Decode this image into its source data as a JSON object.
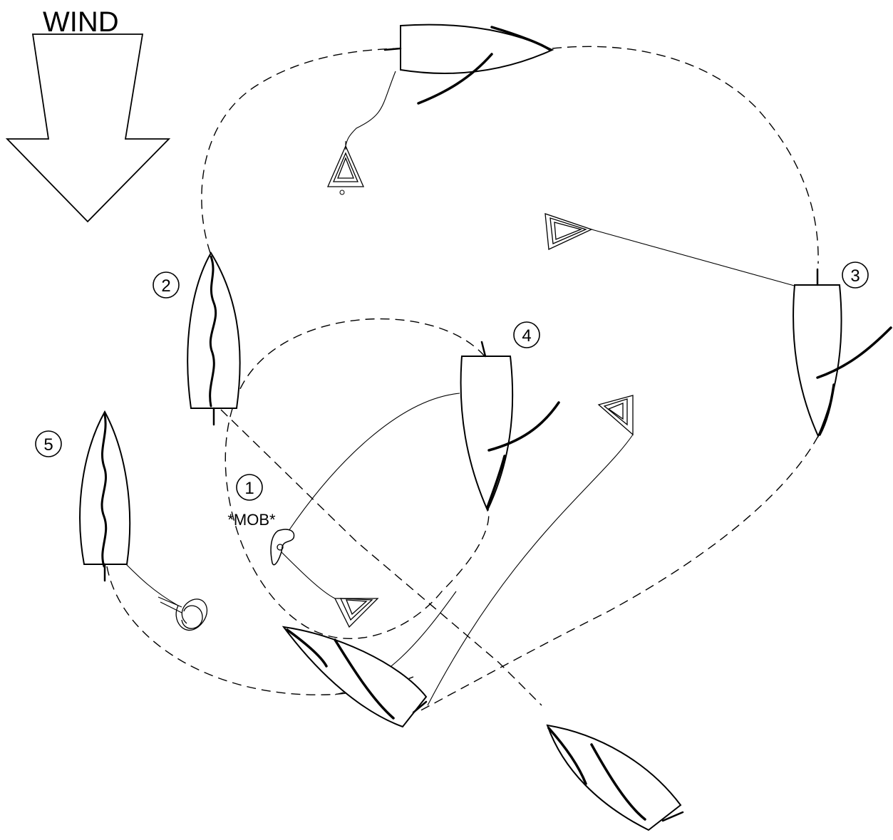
{
  "diagram": {
    "wind_label": "WIND",
    "mob_label": "*MOB*",
    "steps": [
      {
        "id": "1",
        "label": "1"
      },
      {
        "id": "2",
        "label": "2"
      },
      {
        "id": "3",
        "label": "3"
      },
      {
        "id": "4",
        "label": "4"
      },
      {
        "id": "5",
        "label": "5"
      }
    ]
  }
}
